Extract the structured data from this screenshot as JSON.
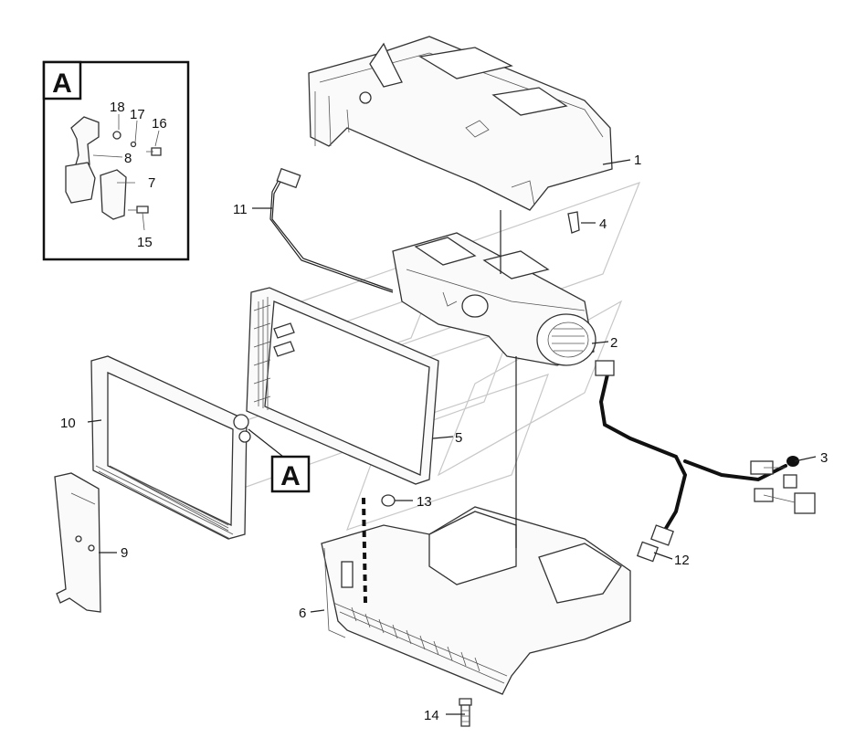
{
  "callouts": {
    "c1": "1",
    "c2": "2",
    "c3": "3",
    "c4": "4",
    "c5": "5",
    "c6": "6",
    "c7": "7",
    "c8": "8",
    "c9": "9",
    "c10": "10",
    "c11": "11",
    "c12": "12",
    "c13": "13",
    "c14": "14",
    "c15": "15",
    "c16": "16",
    "c17": "17",
    "c18": "18"
  },
  "detail": {
    "inset_label": "A",
    "reference_label": "A"
  }
}
